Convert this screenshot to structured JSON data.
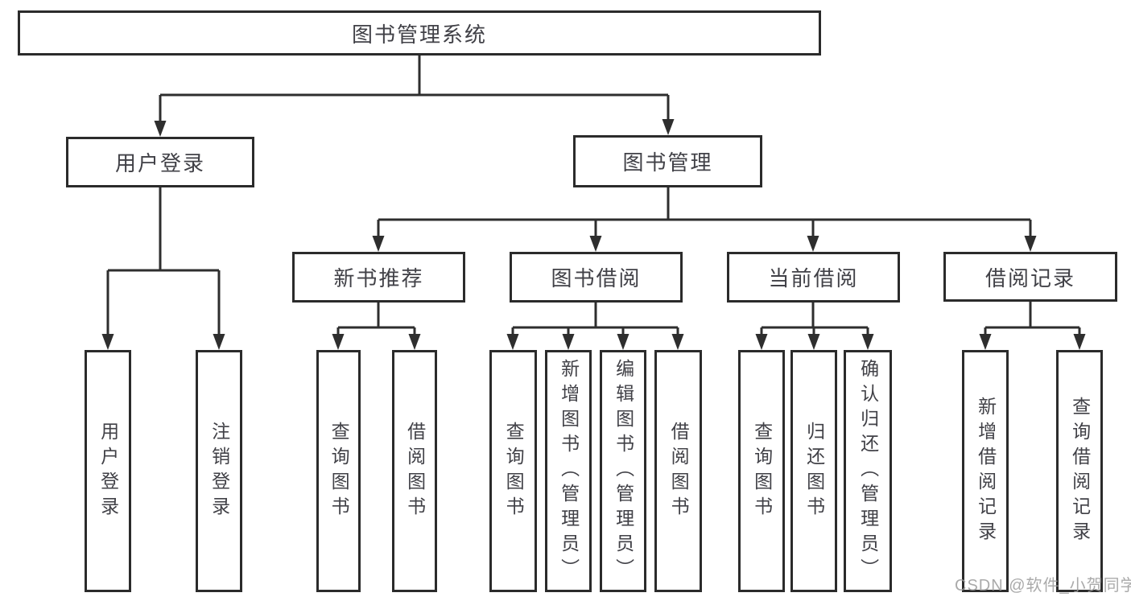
{
  "title": "图书管理系统",
  "watermark": "CSDN @软件_小贺同学",
  "colors": {
    "line": "#2e2e2e",
    "box_border": "#2b2b2b",
    "box_text": "#414147",
    "watermark_text": "#9c9c9c",
    "background": "#ffffff"
  },
  "nodes": {
    "root": {
      "label": "图书管理系统"
    },
    "login": {
      "label": "用户登录"
    },
    "manage": {
      "label": "图书管理"
    },
    "login_user": {
      "label": "用户登录"
    },
    "login_logout": {
      "label": "注销登录"
    },
    "rec": {
      "label": "新书推荐"
    },
    "borrow": {
      "label": "图书借阅"
    },
    "current": {
      "label": "当前借阅"
    },
    "record": {
      "label": "借阅记录"
    },
    "rec_query": {
      "label": "查询图书"
    },
    "rec_borrow": {
      "label": "借阅图书"
    },
    "borrow_query": {
      "label": "查询图书"
    },
    "borrow_add": {
      "label": "新增图书（管理员）"
    },
    "borrow_edit": {
      "label": "编辑图书（管理员）"
    },
    "borrow_borrow": {
      "label": "借阅图书"
    },
    "current_query": {
      "label": "查询图书"
    },
    "current_return": {
      "label": "归还图书"
    },
    "current_confirm": {
      "label": "确认归还（管理员）"
    },
    "record_add": {
      "label": "新增借阅记录"
    },
    "record_query": {
      "label": "查询借阅记录"
    }
  },
  "tree": {
    "图书管理系统": {
      "用户登录": [
        "用户登录",
        "注销登录"
      ],
      "图书管理": {
        "新书推荐": [
          "查询图书",
          "借阅图书"
        ],
        "图书借阅": [
          "查询图书",
          "新增图书（管理员）",
          "编辑图书（管理员）",
          "借阅图书"
        ],
        "当前借阅": [
          "查询图书",
          "归还图书",
          "确认归还（管理员）"
        ],
        "借阅记录": [
          "新增借阅记录",
          "查询借阅记录"
        ]
      }
    }
  }
}
